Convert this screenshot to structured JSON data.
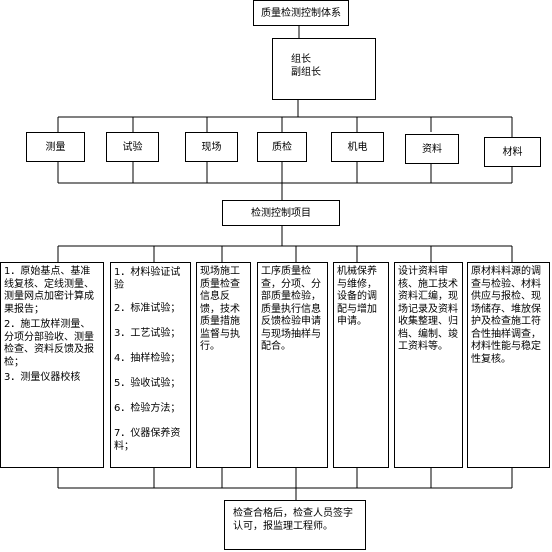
{
  "title": "质量检测控制体系",
  "leaders": [
    "组长",
    "副组长"
  ],
  "departments": [
    "测量",
    "试验",
    "现场",
    "质检",
    "机电",
    "资料",
    "材料"
  ],
  "project_box": "检测控制项目",
  "columns": [
    [
      "1．原始基点、基准线复核、定线测量、测量网点加密计算成果报告；",
      "2．施工放样测量、分项分部验收、测量检查、资料反馈及报检；",
      "3．测量仪器校核"
    ],
    [
      "1．材料验证试验",
      "2．标准试验；",
      "3．工艺试验；",
      "4．抽样检验；",
      "5．验收试验；",
      "6．检验方法；",
      "7．仪器保养资料；"
    ],
    [
      "现场施工质量检查信息反馈，技术质量措施监督与执行。"
    ],
    [
      "工序质量检查，分项、分部质量检验，质量执行信息反馈检验申请与现场抽样与配合。"
    ],
    [
      "机械保养与维修，设备的调配与增加申请。"
    ],
    [
      "设计资料审核、施工技术资料汇编，现场记录及资料收集整理、归档、编制、竣工资料等。"
    ],
    [
      "原材料料源的调查与检验、材料供应与报检、现场储存、堆放保护及检查施工符合性抽样调查，材料性能与稳定性复核。"
    ]
  ],
  "final_box": "检查合格后，检查人员签字认可，报监理工程师。"
}
